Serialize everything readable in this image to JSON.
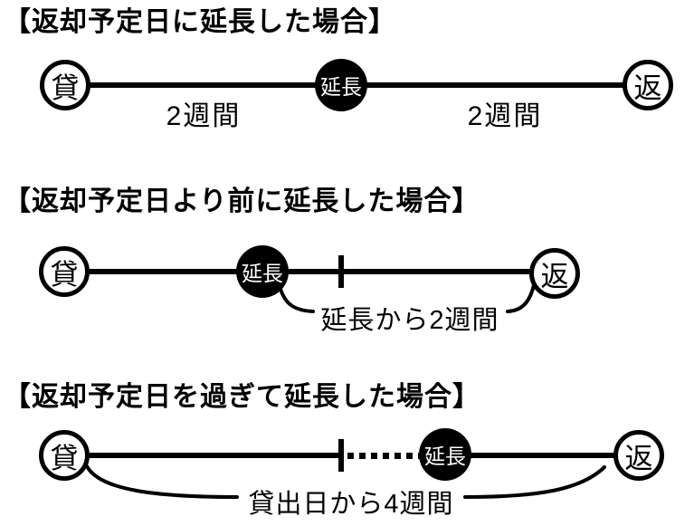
{
  "page": {
    "background_color": "#ffffff",
    "ink_color": "#000000"
  },
  "sections": [
    {
      "title": "【返却予定日に延長した場合】",
      "timeline": {
        "start_label": "貸",
        "extension_label": "延長",
        "end_label": "返",
        "segment_labels": [
          "2週間",
          "2週間"
        ]
      }
    },
    {
      "title": "【返却予定日より前に延長した場合】",
      "timeline": {
        "start_label": "貸",
        "extension_label": "延長",
        "end_label": "返",
        "annotation": "延長から2週間"
      }
    },
    {
      "title": "【返却予定日を過ぎて延長した場合】",
      "timeline": {
        "start_label": "貸",
        "extension_label": "延長",
        "end_label": "返",
        "annotation": "貸出日から4週間"
      }
    }
  ]
}
